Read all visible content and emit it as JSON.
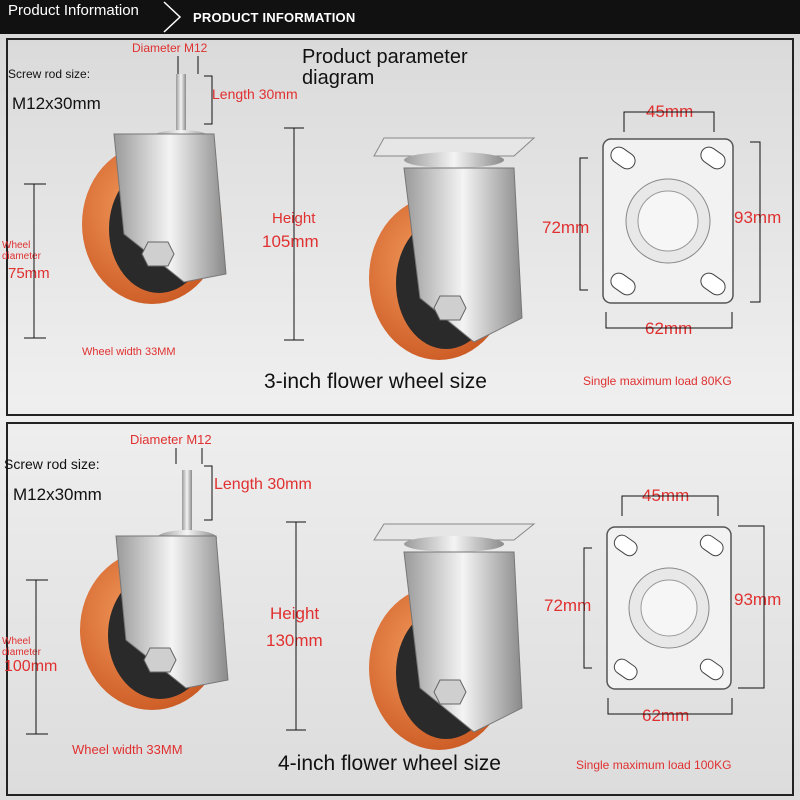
{
  "header": {
    "tab_label": "Product Information",
    "title": "PRODUCT INFORMATION"
  },
  "top": {
    "diagram_title_line1": "Product parameter",
    "diagram_title_line2": "diagram",
    "diameter": "Diameter M12",
    "screw_label": "Screw rod size:",
    "screw_value": "M12x30mm",
    "length": "Length 30mm",
    "wheel_diameter_label": "Wheel diameter",
    "wheel_diameter_value": "75mm",
    "wheel_width": "Wheel width 33MM",
    "height_label": "Height",
    "height_value": "105mm",
    "plate_top": "45mm",
    "plate_left": "72mm",
    "plate_right": "93mm",
    "plate_bottom": "62mm",
    "caption": "3-inch flower wheel size",
    "load": "Single maximum load 80KG"
  },
  "bottom": {
    "diameter": "Diameter M12",
    "screw_label": "Screw rod size:",
    "screw_value": "M12x30mm",
    "length": "Length 30mm",
    "wheel_diameter_label": "Wheel diameter",
    "wheel_diameter_value": "100mm",
    "wheel_width": "Wheel width 33MM",
    "height_label": "Height",
    "height_value": "130mm",
    "plate_top": "45mm",
    "plate_left": "72mm",
    "plate_right": "93mm",
    "plate_bottom": "62mm",
    "caption": "4-inch flower wheel size",
    "load": "Single maximum load 100KG"
  },
  "colors": {
    "accent": "#e03030",
    "wheel_orange": "#e8733a",
    "hub_dark": "#2a2a2a",
    "plate": "#f2f2f2"
  }
}
